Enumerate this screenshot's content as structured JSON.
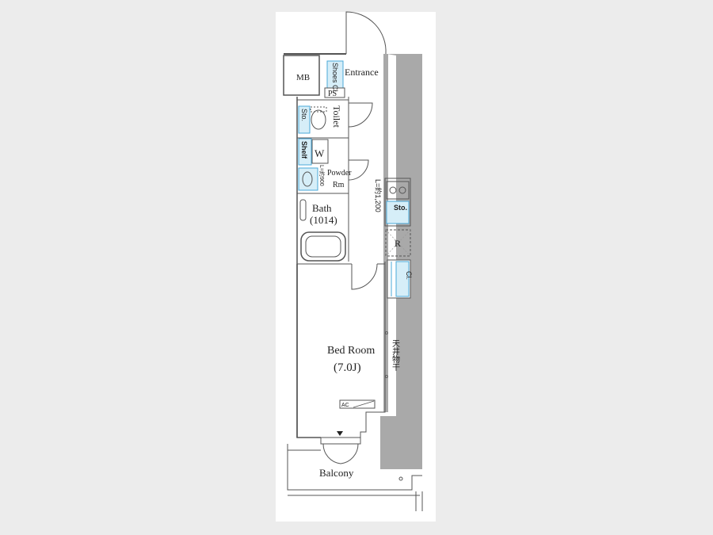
{
  "floorplan": {
    "rooms": {
      "mb": "MB",
      "shoes_closet": "Shoes Cl.",
      "entrance": "Entrance",
      "ps": "PS",
      "storage_toilet": "Sto.",
      "toilet": "Toilet",
      "shelf": "Shelf",
      "washer": "W",
      "powder_room_line1": "Powder",
      "powder_room_line2": "Rm",
      "counter_length_small": "L=約900",
      "bath_line1": "Bath",
      "bath_line2": "(1014)",
      "kitchen_length": "L=約1,200",
      "storage_kitchen": "Sto.",
      "refrigerator": "R",
      "closet": "Cl.",
      "bedroom_line1": "Bed Room",
      "bedroom_line2": "(7.0J)",
      "ceiling_drying": "天井物干",
      "ac": "AC",
      "balcony": "Balcony"
    },
    "colors": {
      "wall": "#a9a9a9",
      "line": "#555555",
      "storage_fill": "#d6eef8",
      "storage_accent": "#4aa8d8"
    }
  }
}
